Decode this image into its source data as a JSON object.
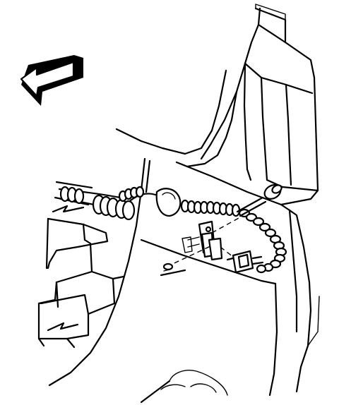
{
  "diagram": {
    "style": "black line-art technical illustration",
    "colors": {
      "line": "#000000",
      "background": "#ffffff"
    },
    "icons": [
      "direction-arrow-icon"
    ],
    "components": [
      "vehicle-pillar-body-panel",
      "wheelhouse-panel",
      "wiring-harness-conduit",
      "harness-connector-plug",
      "mounting-bracket",
      "retaining-clip",
      "sensor-probe",
      "lower-frame-section"
    ]
  }
}
